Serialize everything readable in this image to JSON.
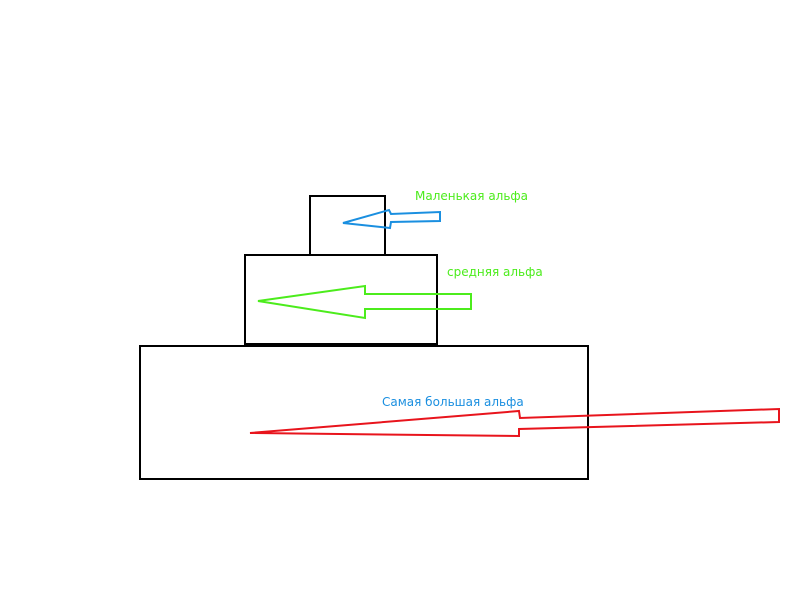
{
  "labels": {
    "small": "Маленькая альфа",
    "medium": "средняя альфа",
    "large": "Самая большая альфа"
  },
  "colors": {
    "small_arrow": "#1a8fe0",
    "medium_arrow": "#4cec1c",
    "large_arrow": "#e8141c",
    "small_label": "#4cec1c",
    "medium_label": "#4cec1c",
    "large_label": "#1a8fe0",
    "boxes": "#000000"
  }
}
